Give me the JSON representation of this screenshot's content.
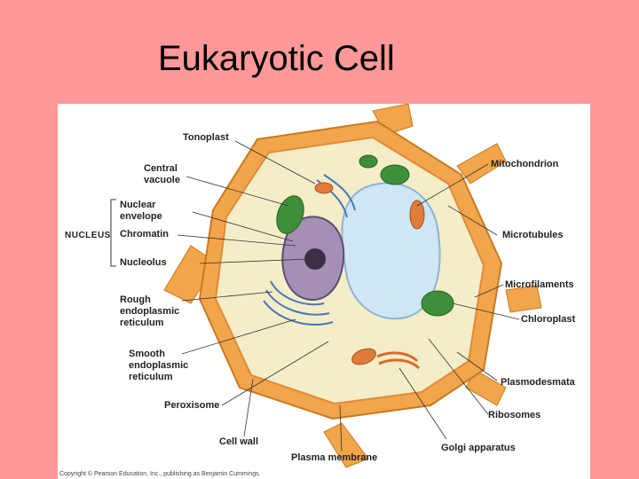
{
  "slide": {
    "title": "Eukaryotic Cell"
  },
  "figure": {
    "labels": {
      "tonoplast": "Tonoplast",
      "central_vacuole_1": "Central",
      "central_vacuole_2": "vacuole",
      "nuclear_envelope_1": "Nuclear",
      "nuclear_envelope_2": "envelope",
      "nucleus": "NUCLEUS",
      "chromatin": "Chromatin",
      "nucleolus": "Nucleolus",
      "rough_er_1": "Rough",
      "rough_er_2": "endoplasmic",
      "rough_er_3": "reticulum",
      "smooth_er_1": "Smooth",
      "smooth_er_2": "endoplasmic",
      "smooth_er_3": "reticulum",
      "peroxisome": "Peroxisome",
      "cell_wall": "Cell wall",
      "plasma_membrane": "Plasma membrane",
      "mitochondrion": "Mitochondrion",
      "microtubules": "Microtubules",
      "microfilaments": "Microfilaments",
      "chloroplast": "Chloroplast",
      "plasmodesmata": "Plasmodesmata",
      "ribosomes": "Ribosomes",
      "golgi_apparatus": "Golgi apparatus"
    },
    "copyright": "Copyright © Pearson Education, Inc., publishing as Benjamin Cummings.",
    "colors": {
      "cell_wall": "#f2a54a",
      "cytoplasm": "#f3edc8",
      "vacuole": "#cfe6f7",
      "nucleus": "#a58fb4",
      "chloroplast": "#3f8f3a",
      "mitochondrion": "#e07b3a",
      "er": "#4a76b8"
    }
  }
}
